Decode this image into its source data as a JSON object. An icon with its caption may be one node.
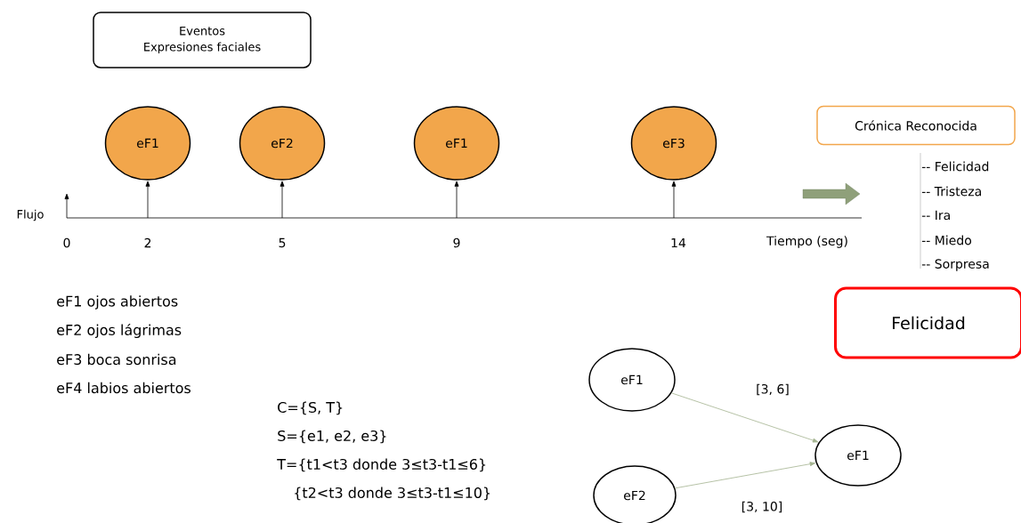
{
  "diagram": {
    "nodes": [
      {
        "text": [
          "Eventos",
          "Expresiones faciales"
        ]
      },
      {
        "text": [
          "eF1"
        ]
      },
      {
        "text": [
          "eF2"
        ]
      },
      {
        "text": [
          "eF1"
        ]
      },
      {
        "text": [
          "eF3"
        ]
      },
      {
        "text": [
          "Crónica Reconocida"
        ]
      },
      {
        "text": [
          "Felicidad"
        ]
      },
      {
        "text": [
          "eF1"
        ]
      },
      {
        "text": [
          "eF2"
        ]
      },
      {
        "text": [
          "eF1"
        ]
      }
    ],
    "edges": [
      {
        "from": null,
        "to": 1,
        "arrow": "to"
      },
      {
        "from": null,
        "to": 2,
        "arrow": "to"
      },
      {
        "from": null,
        "to": 3,
        "arrow": "to"
      },
      {
        "from": null,
        "to": 4,
        "arrow": "to"
      },
      {
        "from": 7,
        "to": 9,
        "arrow": "to",
        "label": "[3, 6]",
        "color": "#a3b38f"
      },
      {
        "from": 8,
        "to": 9,
        "arrow": "to",
        "label": "[3, 10]",
        "color": "#a3b38f"
      }
    ],
    "labels": [
      "Flujo",
      "0",
      "2",
      "5",
      "9",
      "14",
      "Tiempo (seg)",
      "-- Felicidad",
      "-- Tristeza",
      "-- Ira",
      "-- Miedo",
      "-- Sorpresa",
      "eF1 ojos abiertos",
      "eF2 ojos lágrimas",
      "eF3 boca sonrisa",
      "eF4 labios abiertos",
      "C={S, T}",
      "S={e1, e2, e3}",
      "T={t1<t3 donde 3≤t3-t1≤6}",
      "{t2<t3 donde 3≤t3-t1≤10}"
    ]
  }
}
